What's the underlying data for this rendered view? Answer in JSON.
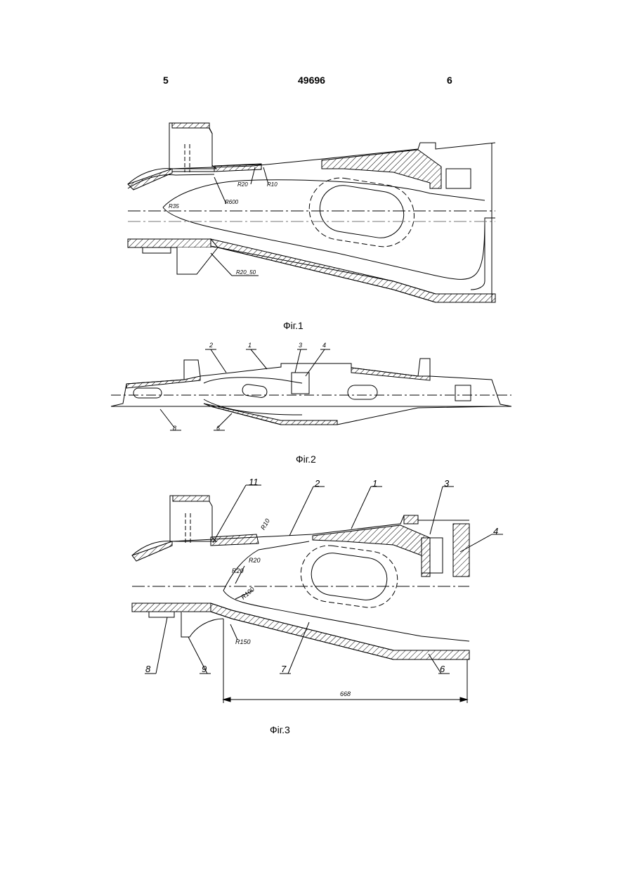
{
  "header": {
    "page_left": "5",
    "doc_number": "49696",
    "page_right": "6"
  },
  "figures": [
    {
      "caption": "Фіг.1",
      "dims": {
        "r20": "R20",
        "r10": "R10",
        "r600": "R600",
        "r35": "R35",
        "r20_50": "R20_50"
      }
    },
    {
      "caption": "Фіг.2",
      "labels": {
        "l1": "1",
        "l2": "2",
        "l3": "3",
        "l4": "4",
        "l6": "6",
        "l8": "8"
      }
    },
    {
      "caption": "Фіг.3",
      "labels": {
        "l1": "1",
        "l2": "2",
        "l3": "3",
        "l4": "4",
        "l6": "6",
        "l7": "7",
        "l8": "8",
        "l9": "9",
        "l11": "11"
      },
      "dims": {
        "r10": "R10",
        "r20a": "R20",
        "r20b": "R20",
        "r100": "R100",
        "r150": "R150",
        "length": "668"
      }
    }
  ]
}
